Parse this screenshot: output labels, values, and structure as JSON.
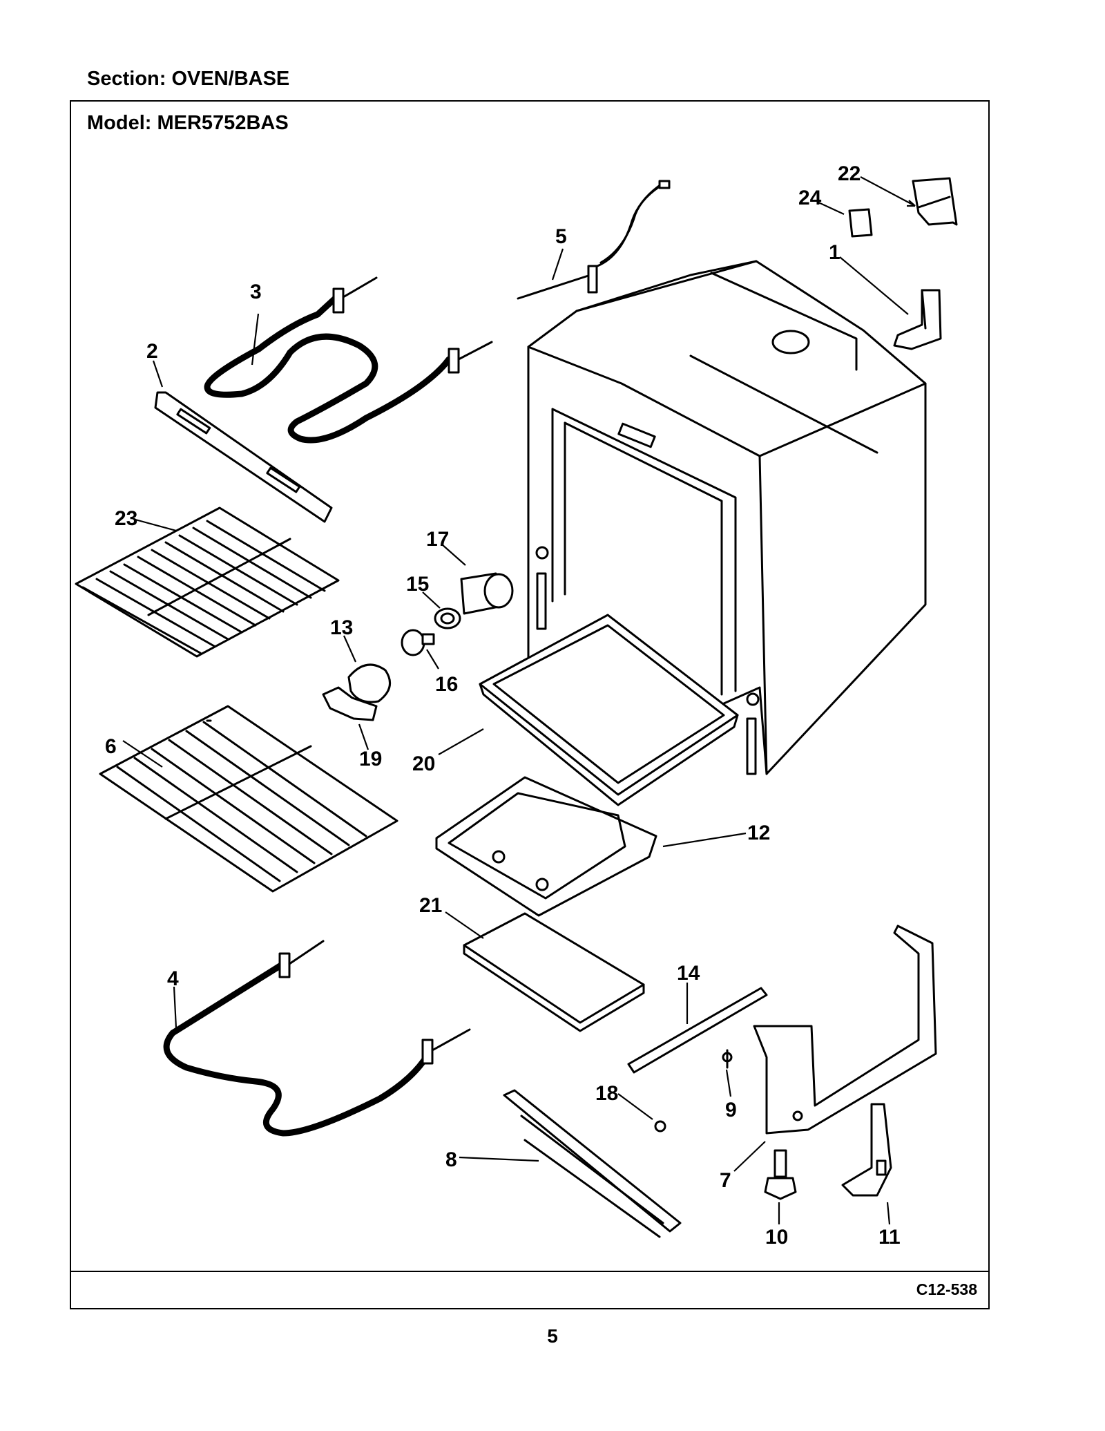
{
  "header": {
    "section": "Section:  OVEN/BASE",
    "model": "Model:  MER5752BAS"
  },
  "footer": {
    "figure_code": "C12-538",
    "page_number": "5"
  },
  "callouts": [
    {
      "id": "c1",
      "label": "1"
    },
    {
      "id": "c2",
      "label": "2"
    },
    {
      "id": "c3",
      "label": "3"
    },
    {
      "id": "c4",
      "label": "4"
    },
    {
      "id": "c5",
      "label": "5"
    },
    {
      "id": "c6",
      "label": "6"
    },
    {
      "id": "c7",
      "label": "7"
    },
    {
      "id": "c8",
      "label": "8"
    },
    {
      "id": "c9",
      "label": "9"
    },
    {
      "id": "c10",
      "label": "10"
    },
    {
      "id": "c11",
      "label": "11"
    },
    {
      "id": "c12",
      "label": "12"
    },
    {
      "id": "c13",
      "label": "13"
    },
    {
      "id": "c14",
      "label": "14"
    },
    {
      "id": "c15",
      "label": "15"
    },
    {
      "id": "c16",
      "label": "16"
    },
    {
      "id": "c17",
      "label": "17"
    },
    {
      "id": "c18",
      "label": "18"
    },
    {
      "id": "c19",
      "label": "19"
    },
    {
      "id": "c20",
      "label": "20"
    },
    {
      "id": "c21",
      "label": "21"
    },
    {
      "id": "c22",
      "label": "22"
    },
    {
      "id": "c23",
      "label": "23"
    },
    {
      "id": "c24",
      "label": "24"
    }
  ]
}
